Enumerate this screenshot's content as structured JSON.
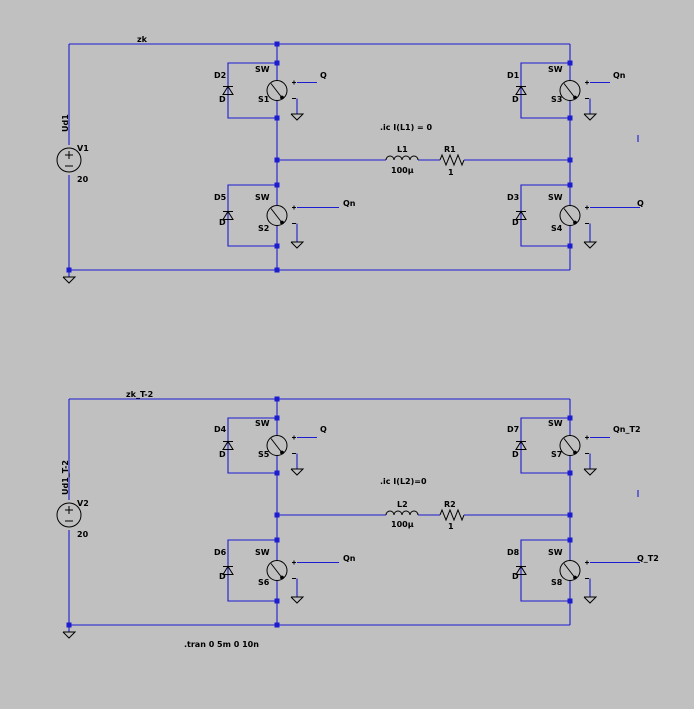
{
  "schematic": {
    "labels": {
      "net_zk": "zk",
      "net_zk_t2": "zk_T-2",
      "net_ud1": "Ud1",
      "net_ud1_t2": "Ud1_T-2",
      "ic1": ".ic I(L1) = 0",
      "ic2": ".ic I(L2)=0",
      "tran": ".tran 0 5m 0 10n"
    },
    "sources": [
      {
        "ref": "V1",
        "value": "20"
      },
      {
        "ref": "V2",
        "value": "20"
      }
    ],
    "inductors": [
      {
        "ref": "L1",
        "value": "100µ"
      },
      {
        "ref": "L2",
        "value": "100µ"
      }
    ],
    "resistors": [
      {
        "ref": "R1",
        "value": "1"
      },
      {
        "ref": "R2",
        "value": "1"
      }
    ],
    "switches": [
      {
        "ref": "S1",
        "model": "SW",
        "ctrl": "Q"
      },
      {
        "ref": "S3",
        "model": "SW",
        "ctrl": "Qn"
      },
      {
        "ref": "S2",
        "model": "SW",
        "ctrl": "Qn"
      },
      {
        "ref": "S4",
        "model": "SW",
        "ctrl": "Q"
      },
      {
        "ref": "S5",
        "model": "SW",
        "ctrl": "Q"
      },
      {
        "ref": "S7",
        "model": "SW",
        "ctrl": "Qn_T2"
      },
      {
        "ref": "S6",
        "model": "SW",
        "ctrl": "Qn"
      },
      {
        "ref": "S8",
        "model": "SW",
        "ctrl": "Q_T2"
      }
    ],
    "diodes": [
      {
        "ref": "D2",
        "model": "D"
      },
      {
        "ref": "D1",
        "model": "D"
      },
      {
        "ref": "D5",
        "model": "D"
      },
      {
        "ref": "D3",
        "model": "D"
      },
      {
        "ref": "D4",
        "model": "D"
      },
      {
        "ref": "D7",
        "model": "D"
      },
      {
        "ref": "D6",
        "model": "D"
      },
      {
        "ref": "D8",
        "model": "D"
      }
    ]
  }
}
